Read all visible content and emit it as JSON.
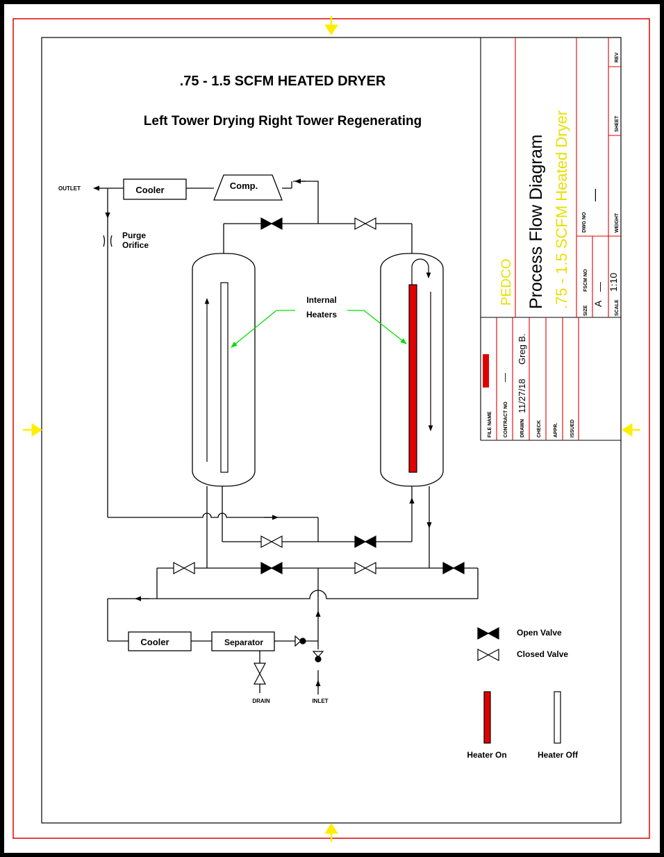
{
  "title": ".75 - 1.5 SCFM HEATED DRYER",
  "subtitle": "Left Tower Drying  Right Tower Regenerating",
  "components": {
    "outlet": "OUTLET",
    "cooler_top": "Cooler",
    "comp": "Comp.",
    "purge_orifice_line1": "Purge",
    "purge_orifice_line2": "Orifice",
    "internal_heaters_line1": "Internal",
    "internal_heaters_line2": "Heaters",
    "cooler_bottom": "Cooler",
    "separator": "Separator",
    "drain": "DRAIN",
    "inlet": "INLET"
  },
  "legend": {
    "open_valve": "Open Valve",
    "closed_valve": "Closed Valve",
    "heater_on": "Heater On",
    "heater_off": "Heater Off"
  },
  "title_block": {
    "company": "PEDCO",
    "drawing_title": "Process  Flow  Diagram",
    "drawing_subtitle": ".75 - 1.5 SCFM Heated Dryer",
    "rev_label": "REV",
    "sheet_label": "SHEET",
    "dwg_no_label": "DWG NO",
    "dwg_no_value": "—",
    "weight_label": "WEIGHT",
    "fscm_no_label": "FSCM NO",
    "size_label": "SIZE",
    "size_value": "A",
    "fscm_value": "—",
    "scale_label": "SCALE",
    "scale_value": "1:10",
    "file_name_label": "FILE NAME",
    "contract_no_label": "CONTRACT NO",
    "contract_no_value": "—",
    "drawn_label": "DRAWN",
    "drawn_date": "11/27/18",
    "drawn_by": "Greg B.",
    "check_label": "CHECK",
    "appr_label": "APPR.",
    "issued_label": "ISSUED"
  },
  "colors": {
    "border_red": "#e00000",
    "heater_on": "#e00000",
    "heater_lines": "#00dd00",
    "markers": "#ffee00",
    "pedco": "#e8e000",
    "subtitle_yellow": "#e8e000"
  }
}
